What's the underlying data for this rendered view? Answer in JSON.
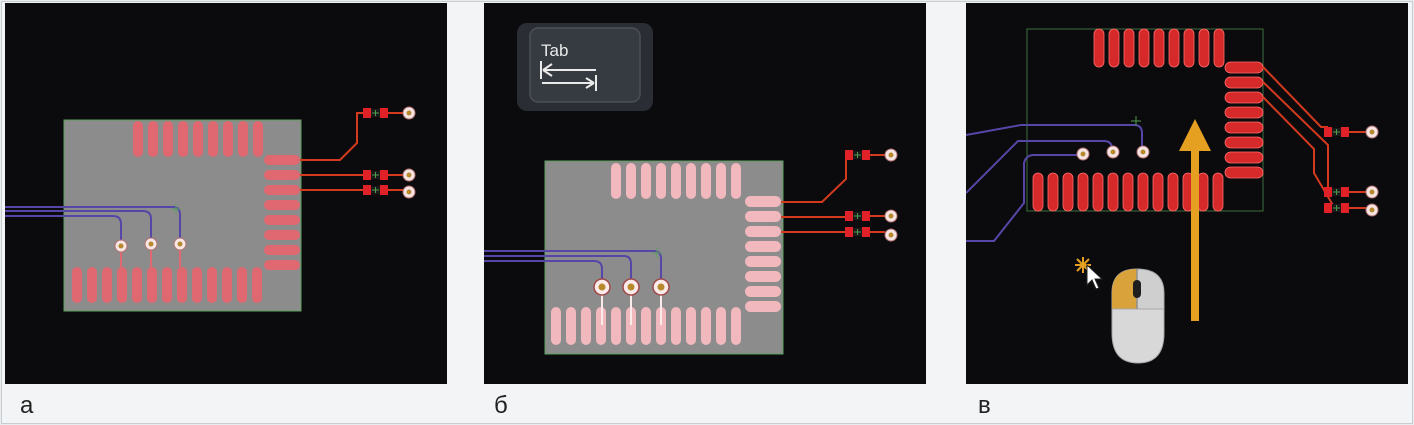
{
  "colors": {
    "background": "#0b0b0e",
    "board_fill": "#8c8c8c",
    "board_edge": "#5e9f5e",
    "pad_red": "#e06870",
    "pad_pink": "#f1b8bd",
    "trace_red": "#d33a1e",
    "trace_blue": "#5546a8",
    "pad_bright_red": "#e02228",
    "arrow_orange": "#e5a021"
  },
  "panels": [
    {
      "caption": "а"
    },
    {
      "caption": "б",
      "key": {
        "label": "Tab"
      }
    },
    {
      "caption": "в"
    }
  ],
  "icons": [
    "tab-key-icon",
    "mouse-icon",
    "cursor-icon",
    "click-spark-icon",
    "arrow-up-icon"
  ]
}
